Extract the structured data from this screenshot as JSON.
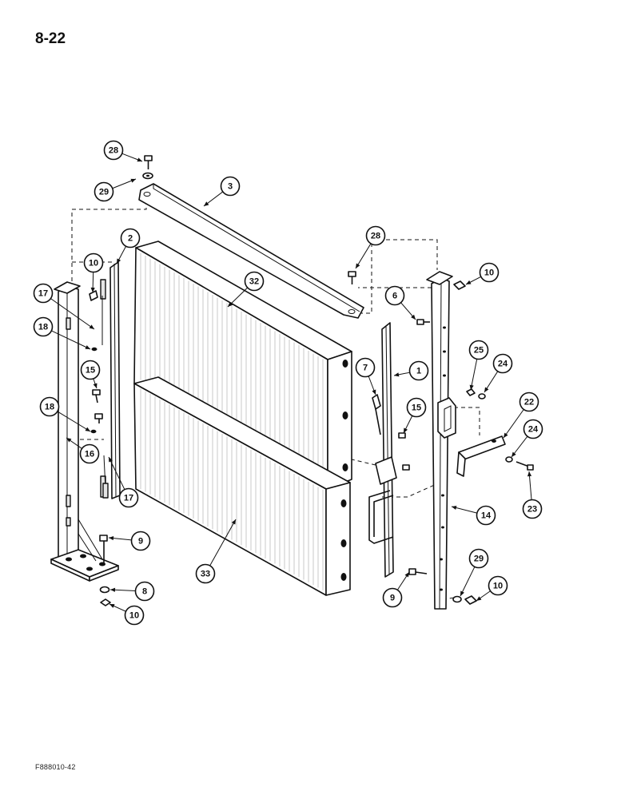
{
  "page_number": "8-22",
  "figure_code": "F888010-42",
  "callouts": [
    {
      "label": "28"
    },
    {
      "label": "29"
    },
    {
      "label": "3"
    },
    {
      "label": "28"
    },
    {
      "label": "2"
    },
    {
      "label": "10"
    },
    {
      "label": "17"
    },
    {
      "label": "32"
    },
    {
      "label": "18"
    },
    {
      "label": "6"
    },
    {
      "label": "10"
    },
    {
      "label": "7"
    },
    {
      "label": "1"
    },
    {
      "label": "25"
    },
    {
      "label": "24"
    },
    {
      "label": "15"
    },
    {
      "label": "15"
    },
    {
      "label": "22"
    },
    {
      "label": "18"
    },
    {
      "label": "16"
    },
    {
      "label": "24"
    },
    {
      "label": "17"
    },
    {
      "label": "23"
    },
    {
      "label": "14"
    },
    {
      "label": "9"
    },
    {
      "label": "33"
    },
    {
      "label": "8"
    },
    {
      "label": "10"
    },
    {
      "label": "29"
    },
    {
      "label": "9"
    },
    {
      "label": "10"
    }
  ]
}
